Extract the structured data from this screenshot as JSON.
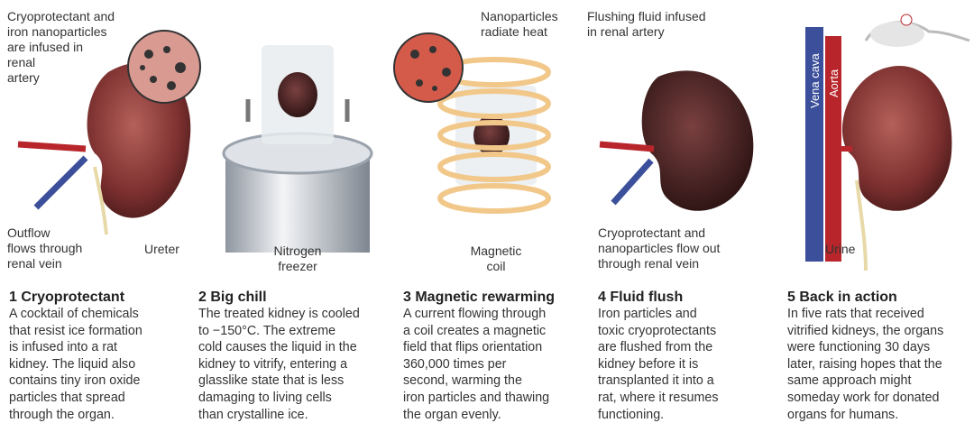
{
  "labels": {
    "p1_infused": "Cryoprotectant and\niron nanoparticles\nare infused in\nrenal\nartery",
    "p1_outflow": "Outflow\nflows through\nrenal vein",
    "p1_ureter": "Ureter",
    "p2_freezer": "Nitrogen\nfreezer",
    "p3_radiate": "Nanoparticles\nradiate heat",
    "p3_coil": "Magnetic\ncoil",
    "p4_flushing": "Flushing fluid infused\nin renal artery",
    "p4_flowout": "Cryoprotectant and\nnanoparticles flow out\nthrough renal vein",
    "p5_vena_cava": "Vena cava",
    "p5_aorta": "Aorta",
    "p5_urine": "Urine"
  },
  "steps": [
    {
      "title": "1 Cryoprotectant",
      "body": "A cocktail of chemicals\nthat resist ice formation\nis infused into a rat\nkidney. The liquid also\ncontains tiny iron oxide\nparticles that spread\nthrough the organ."
    },
    {
      "title": "2 Big chill",
      "body": "The treated kidney is cooled\nto −150°C. The extreme\ncold causes the liquid in the\nkidney to vitrify, entering a\nglasslike state that is less\ndamaging to living cells\nthan crystalline ice."
    },
    {
      "title": "3 Magnetic rewarming",
      "body": "A current flowing through\na coil creates a magnetic\nfield that flips orientation\n360,000 times per\nsecond, warming the\niron particles and thawing\nthe organ evenly."
    },
    {
      "title": "4 Fluid flush",
      "body": "Iron particles and\ntoxic cryoprotectants\nare flushed from the\nkidney before it is\ntransplanted it into a\nrat, where it resumes\nfunctioning."
    },
    {
      "title": "5 Back in action",
      "body": "In five rats that received\nvitrified kidneys, the organs\nwere functioning 30 days\nlater, raising hopes that the\nsame approach might\nsomeday work for donated\norgans for humans."
    }
  ],
  "colors": {
    "kidney": "#7a2f2e",
    "artery": "#b8262b",
    "vein": "#3b4f9a",
    "coil": "#f2c88a",
    "text": "#333333"
  }
}
